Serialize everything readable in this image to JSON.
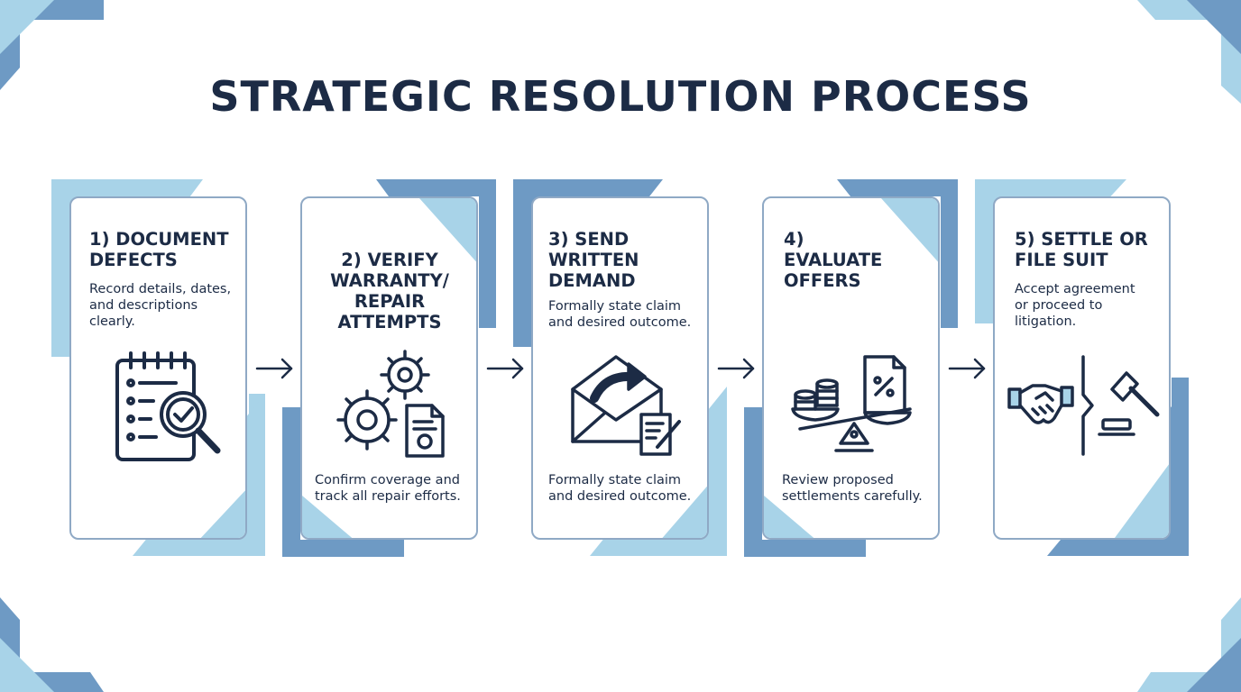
{
  "title": "STRATEGIC RESOLUTION PROCESS",
  "colors": {
    "navy": "#1c2b45",
    "light_blue": "#a8d3e8",
    "mid_blue": "#6e9ac4",
    "card_border": "#8fa9c5"
  },
  "steps": [
    {
      "heading": "1) DOCUMENT DEFECTS",
      "text_top": "Record details, dates, and descriptions clearly.",
      "text_bottom": "",
      "icon": "checklist-magnifier-icon"
    },
    {
      "heading": "2) VERIFY WARRANTY/ REPAIR ATTEMPTS",
      "text_top": "",
      "text_bottom": "Confirm coverage and track all repair efforts.",
      "icon": "gears-certificate-icon"
    },
    {
      "heading": "3) SEND WRITTEN DEMAND",
      "text_top": "Formally state claim and desired outcome.",
      "text_bottom": "Formally state claim and desired outcome.",
      "icon": "envelope-letter-icon"
    },
    {
      "heading": "4) EVALUATE OFFERS",
      "text_top": "",
      "text_bottom": "Review proposed settlements carefully.",
      "icon": "scale-coins-document-icon"
    },
    {
      "heading": "5) SETTLE OR FILE SUIT",
      "text_top": "Accept agreement or proceed to litigation.",
      "text_bottom": "",
      "icon": "handshake-gavel-icon"
    }
  ]
}
